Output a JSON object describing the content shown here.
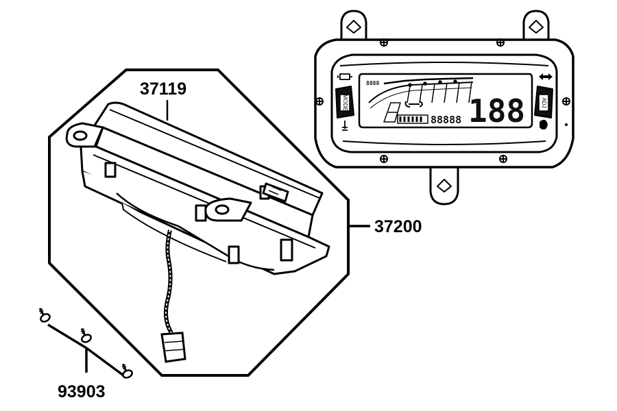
{
  "parts": {
    "meter_cover": "37119",
    "meter_assembly": "37200",
    "screws": "93903"
  },
  "display": {
    "odometer_digits": "88888",
    "speed_digits": "188",
    "left_bar_digits": "8888",
    "left_button_text": "MODE",
    "right_button_text": "ADJ"
  },
  "icons": [
    "engine-check-icon",
    "turn-signal-icon",
    "temperature-icon",
    "headlight-icon",
    "wrench-icon",
    "screw-icon"
  ]
}
